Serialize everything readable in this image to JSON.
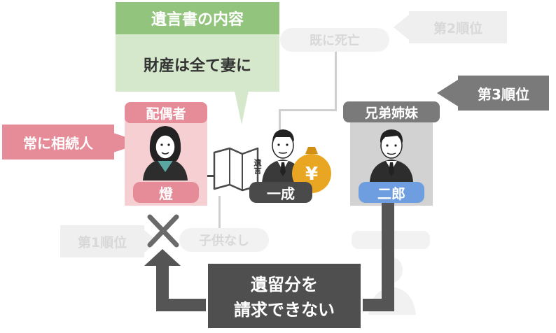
{
  "will": {
    "header": "遺言書の内容",
    "body": "財産は全て妻に"
  },
  "tags": {
    "always_heir": "常に相続人",
    "rank1": "第1順位",
    "rank2": "第2順位",
    "rank3": "第3順位"
  },
  "spouse": {
    "role": "配偶者",
    "name": "燈"
  },
  "deceased": {
    "name": "一成",
    "doc_label": "遺言",
    "money_symbol": "¥"
  },
  "siblings": {
    "role": "兄弟姉妹",
    "name": "二郎"
  },
  "statuses": {
    "parents_deceased": "既に死亡",
    "no_children": "子供なし"
  },
  "result": {
    "line1": "遺留分を",
    "line2": "請求できない"
  },
  "colors": {
    "green_header": "#93c47d",
    "green_light": "#d5e8cc",
    "pink_tag": "#e58c98",
    "pink_panel": "#f6cfd3",
    "gray_panel": "#d2d2d2",
    "gray_tag": "#7a7a7a",
    "dark_box": "#4f4f4f",
    "blue_name": "#6e9ee0",
    "money_yellow": "#e8a622"
  }
}
